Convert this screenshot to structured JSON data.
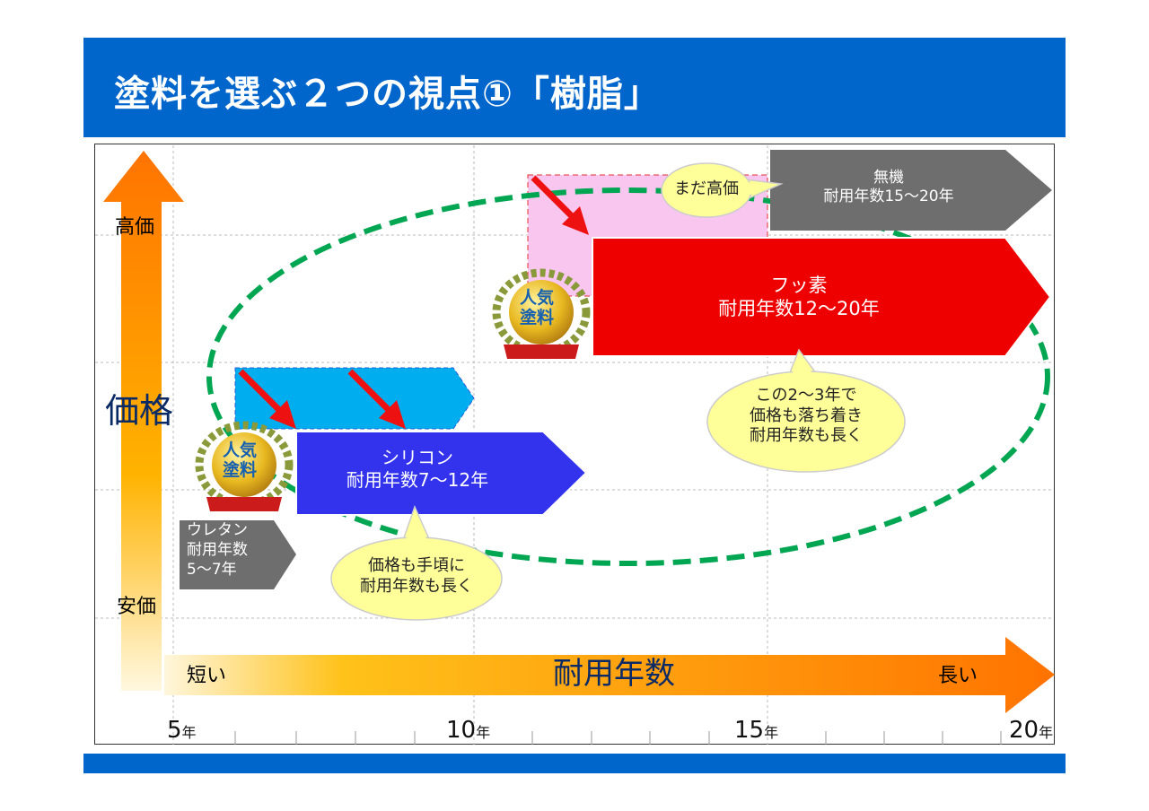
{
  "title": "塗料を選ぶ２つの視点①「樹脂」",
  "y_axis": {
    "label": "価格",
    "high": "高価",
    "low": "安価"
  },
  "x_axis": {
    "label": "耐用年数",
    "short": "短い",
    "long": "長い",
    "ticks": [
      {
        "num": "5",
        "unit": "年"
      },
      {
        "num": "10",
        "unit": "年"
      },
      {
        "num": "15",
        "unit": "年"
      },
      {
        "num": "20",
        "unit": "年"
      }
    ]
  },
  "paints": {
    "urethane": {
      "name": "ウレタン",
      "line2": "耐用年数",
      "line3": "5～7年"
    },
    "silicone": {
      "name": "シリコン",
      "life": "耐用年数7～12年"
    },
    "fluorine": {
      "name": "フッ素",
      "life": "耐用年数12～20年"
    },
    "inorganic": {
      "name": "無機",
      "life": "耐用年数15～20年"
    }
  },
  "badge": {
    "line1": "人気",
    "line2": "塗料"
  },
  "bubbles": {
    "still_expensive": "まだ高価",
    "fluorine_note": [
      "この2～3年で",
      "価格も落ち着き",
      "耐用年数も長く"
    ],
    "silicone_note": [
      "価格も手頃に",
      "耐用年数も長く"
    ]
  },
  "colors": {
    "brand": "#0066CC",
    "silicone": "#3333EE",
    "fluorine": "#EE0000",
    "gray": "#6E6E6E",
    "ellipse": "#00A651"
  }
}
